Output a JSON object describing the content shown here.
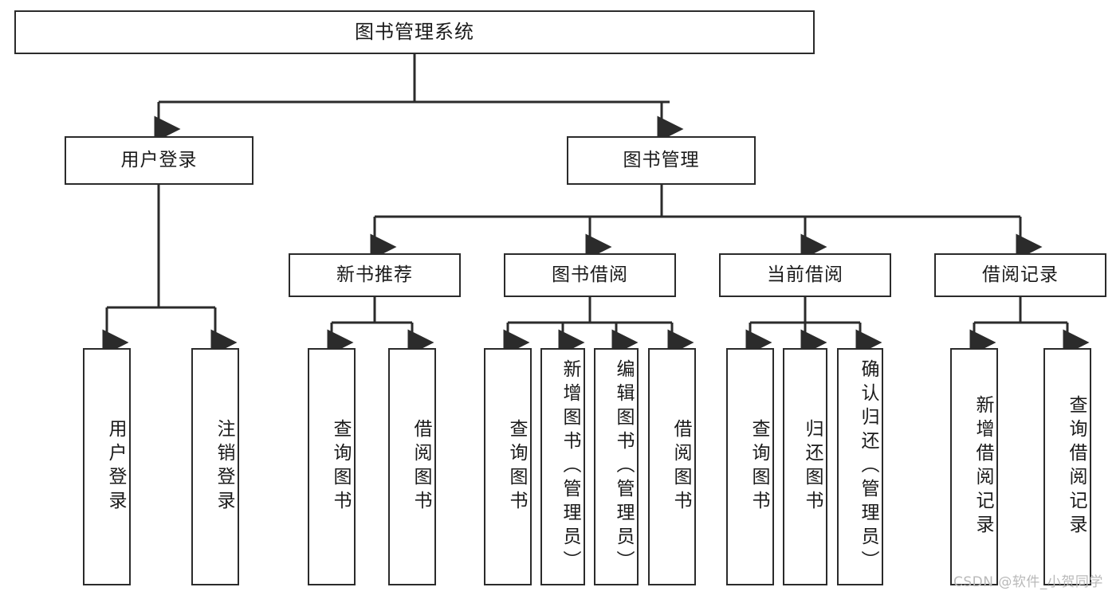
{
  "diagram": {
    "title": "图书管理系统",
    "type": "tree",
    "watermark": "CSDN @软件_小贺同学",
    "colors": {
      "stroke": "#2b2b2b",
      "fill": "#ffffff",
      "text": "#1a1a1a",
      "watermark": "#b9b9b9",
      "background": "#ffffff"
    }
  },
  "nodes": {
    "root": {
      "label": "图书管理系统"
    },
    "level2": [
      {
        "id": "user-login",
        "label": "用户登录"
      },
      {
        "id": "book-manage",
        "label": "图书管理"
      }
    ],
    "level3": [
      {
        "id": "new-book-recommend",
        "label": "新书推荐"
      },
      {
        "id": "book-borrow",
        "label": "图书借阅"
      },
      {
        "id": "current-borrow",
        "label": "当前借阅"
      },
      {
        "id": "borrow-record",
        "label": "借阅记录"
      }
    ],
    "leaves": {
      "user-login": [
        {
          "id": "leaf-user-login",
          "label": "用户登录"
        },
        {
          "id": "leaf-logout-login",
          "label": "注销登录"
        }
      ],
      "new-book-recommend": [
        {
          "id": "leaf-query-book-1",
          "label": "查询图书"
        },
        {
          "id": "leaf-borrow-book-1",
          "label": "借阅图书"
        }
      ],
      "book-borrow": [
        {
          "id": "leaf-query-book-2",
          "label": "查询图书"
        },
        {
          "id": "leaf-add-book",
          "label": "新增图书（管理员）"
        },
        {
          "id": "leaf-edit-book",
          "label": "编辑图书（管理员）"
        },
        {
          "id": "leaf-borrow-book-2",
          "label": "借阅图书"
        }
      ],
      "current-borrow": [
        {
          "id": "leaf-query-book-3",
          "label": "查询图书"
        },
        {
          "id": "leaf-return-book",
          "label": "归还图书"
        },
        {
          "id": "leaf-confirm-return",
          "label": "确认归还（管理员）"
        }
      ],
      "borrow-record": [
        {
          "id": "leaf-add-record",
          "label": "新增借阅记录"
        },
        {
          "id": "leaf-query-record",
          "label": "查询借阅记录"
        }
      ]
    }
  }
}
